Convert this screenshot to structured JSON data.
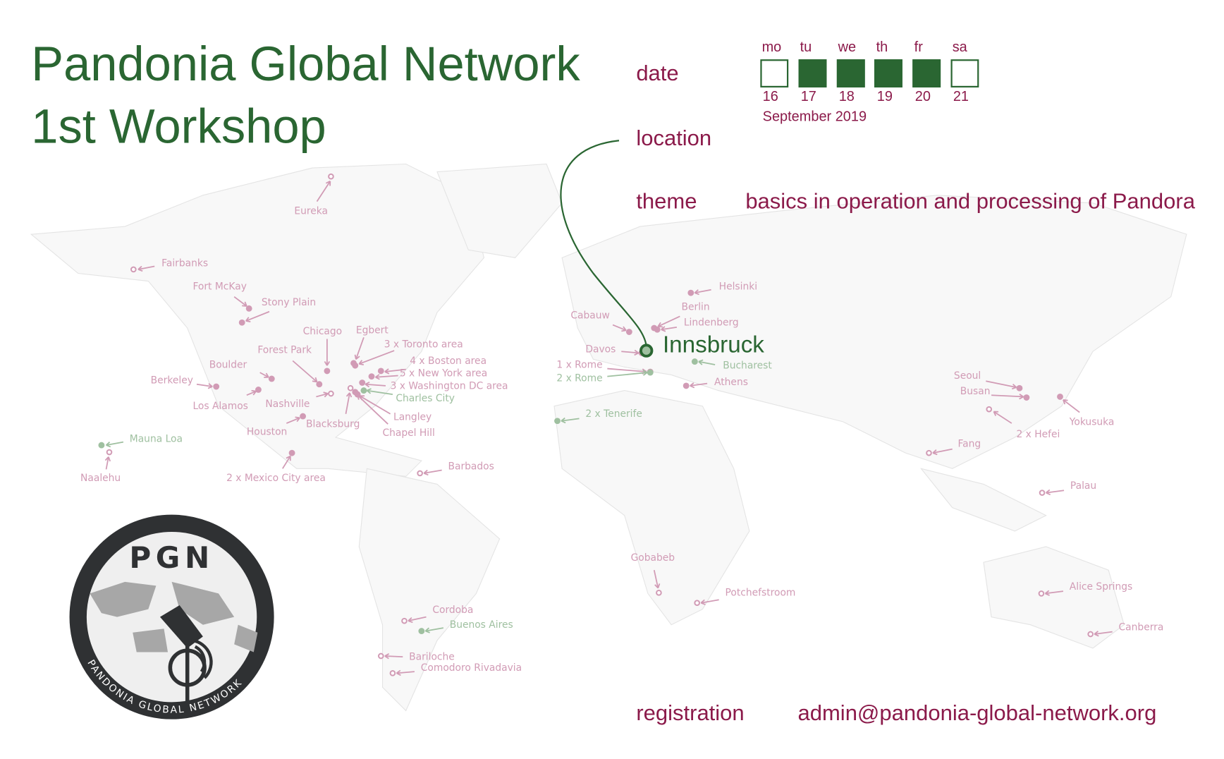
{
  "header": {
    "title_line1": "Pandonia Global Network",
    "title_line2": "1st Workshop"
  },
  "details": {
    "date_label": "date",
    "location_label": "location",
    "theme_label": "theme",
    "theme_value": "basics in operation and processing of Pandora",
    "registration_label": "registration",
    "registration_value": "admin@pandonia-global-network.org"
  },
  "calendar": {
    "month": "September 2019",
    "days": [
      {
        "weekday": "mo",
        "day": "16",
        "workshop": false
      },
      {
        "weekday": "tu",
        "day": "17",
        "workshop": true
      },
      {
        "weekday": "we",
        "day": "18",
        "workshop": true
      },
      {
        "weekday": "th",
        "day": "19",
        "workshop": true
      },
      {
        "weekday": "fr",
        "day": "20",
        "workshop": true
      },
      {
        "weekday": "sa",
        "day": "21",
        "workshop": false
      }
    ]
  },
  "colors": {
    "title_green": "#2a6632",
    "label_maroon": "#8b1a4a",
    "site_pink": "#d19bb5",
    "site_green": "#9fc0a0",
    "logo_dark": "#2f3133"
  },
  "map": {
    "venue": "Innsbruck",
    "sites": [
      {
        "name": "Eureka",
        "style": "open",
        "color": "pink"
      },
      {
        "name": "Fairbanks",
        "style": "open",
        "color": "pink"
      },
      {
        "name": "Fort McKay",
        "style": "filled",
        "color": "pink"
      },
      {
        "name": "Stony Plain",
        "style": "filled",
        "color": "pink"
      },
      {
        "name": "Chicago",
        "style": "filled",
        "color": "pink"
      },
      {
        "name": "Egbert",
        "style": "filled",
        "color": "pink"
      },
      {
        "name": "3 x Toronto area",
        "style": "filled",
        "color": "pink"
      },
      {
        "name": "4 x Boston area",
        "style": "filled",
        "color": "pink"
      },
      {
        "name": "5 x New York area",
        "style": "filled",
        "color": "pink"
      },
      {
        "name": "3 x Washington DC area",
        "style": "filled",
        "color": "pink"
      },
      {
        "name": "Charles City",
        "style": "filled",
        "color": "green"
      },
      {
        "name": "Langley",
        "style": "filled",
        "color": "pink"
      },
      {
        "name": "Chapel Hill",
        "style": "filled",
        "color": "pink"
      },
      {
        "name": "Blacksburg",
        "style": "open",
        "color": "pink"
      },
      {
        "name": "Nashville",
        "style": "open",
        "color": "pink"
      },
      {
        "name": "Forest Park",
        "style": "filled",
        "color": "pink"
      },
      {
        "name": "Boulder",
        "style": "filled",
        "color": "pink"
      },
      {
        "name": "Los Alamos",
        "style": "filled",
        "color": "pink"
      },
      {
        "name": "Berkeley",
        "style": "filled",
        "color": "pink"
      },
      {
        "name": "Houston",
        "style": "filled",
        "color": "pink"
      },
      {
        "name": "2 x Mexico City area",
        "style": "filled",
        "color": "pink"
      },
      {
        "name": "Mauna Loa",
        "style": "filled",
        "color": "green"
      },
      {
        "name": "Naalehu",
        "style": "open",
        "color": "pink"
      },
      {
        "name": "Barbados",
        "style": "open",
        "color": "pink"
      },
      {
        "name": "Cordoba",
        "style": "open",
        "color": "pink"
      },
      {
        "name": "Buenos Aires",
        "style": "filled",
        "color": "green"
      },
      {
        "name": "Bariloche",
        "style": "open",
        "color": "pink"
      },
      {
        "name": "Comodoro Rivadavia",
        "style": "open",
        "color": "pink"
      },
      {
        "name": "Gobabeb",
        "style": "open",
        "color": "pink"
      },
      {
        "name": "Potchefstroom",
        "style": "open",
        "color": "pink"
      },
      {
        "name": "Cabauw",
        "style": "filled",
        "color": "pink"
      },
      {
        "name": "Davos",
        "style": "filled",
        "color": "pink"
      },
      {
        "name": "1 x Rome",
        "style": "filled",
        "color": "pink"
      },
      {
        "name": "2 x Rome",
        "style": "filled",
        "color": "green"
      },
      {
        "name": "2 x Tenerife",
        "style": "filled",
        "color": "green"
      },
      {
        "name": "Helsinki",
        "style": "filled",
        "color": "pink"
      },
      {
        "name": "Berlin",
        "style": "filled",
        "color": "pink"
      },
      {
        "name": "Lindenberg",
        "style": "filled",
        "color": "pink"
      },
      {
        "name": "Bucharest",
        "style": "filled",
        "color": "green"
      },
      {
        "name": "Athens",
        "style": "filled",
        "color": "pink"
      },
      {
        "name": "Seoul",
        "style": "filled",
        "color": "pink"
      },
      {
        "name": "Busan",
        "style": "filled",
        "color": "pink"
      },
      {
        "name": "2 x Hefei",
        "style": "open",
        "color": "pink"
      },
      {
        "name": "Yokusuka",
        "style": "filled",
        "color": "pink"
      },
      {
        "name": "Fang",
        "style": "open",
        "color": "pink"
      },
      {
        "name": "Palau",
        "style": "open",
        "color": "pink"
      },
      {
        "name": "Alice Springs",
        "style": "open",
        "color": "pink"
      },
      {
        "name": "Canberra",
        "style": "open",
        "color": "pink"
      }
    ]
  },
  "logo": {
    "acronym": "PGN",
    "ring_text": "PANDONIA GLOBAL NETWORK"
  }
}
